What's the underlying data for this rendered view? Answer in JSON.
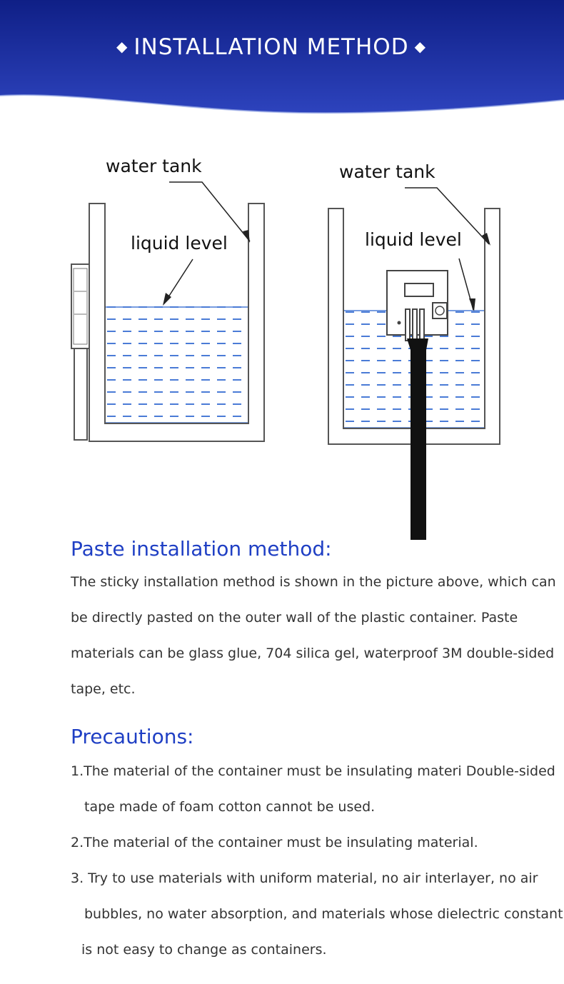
{
  "banner": {
    "title": "INSTALLATION METHOD",
    "diamond": "◆",
    "colors": {
      "top": "#12258f",
      "bottom": "#2f45c0"
    }
  },
  "diagram": {
    "left": {
      "tank_label": "water tank",
      "level_label": "liquid level"
    },
    "right": {
      "tank_label": "water tank",
      "level_label": "liquid level"
    },
    "water_color": "#4a7bd6"
  },
  "paste": {
    "heading": "Paste installation method:",
    "lines": [
      "The sticky installation method is shown in the picture above, which can",
      "be directly pasted on the outer wall of the plastic container. Paste",
      "materials can be glass glue, 704 silica gel, waterproof 3M double-sided",
      "tape, etc."
    ]
  },
  "precautions": {
    "heading": "Precautions:",
    "lines": [
      "1.The material of the container must be insulating materi Double-sided",
      "tape made of foam cotton cannot be used.",
      "2.The material of the container must be insulating material.",
      "3. Try to use materials with uniform material, no air interlayer, no air",
      "bubbles, no water absorption, and materials whose dielectric constant",
      "is not easy to change as containers."
    ]
  },
  "heading_color": "#1f3fc4"
}
